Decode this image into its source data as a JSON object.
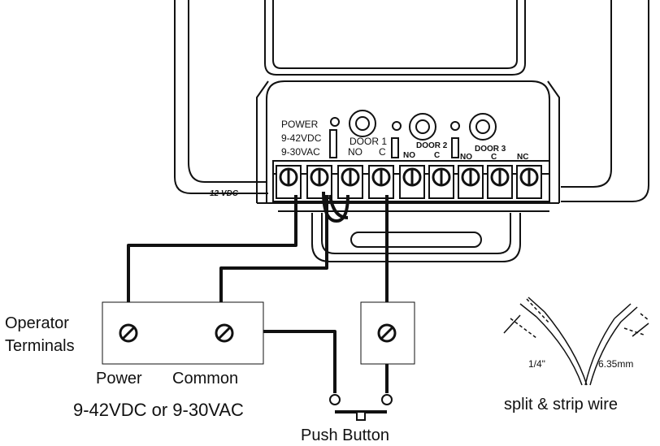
{
  "device": {
    "badge_12vdc": "12 VDC",
    "power_label": "POWER",
    "power_dc": "9-42VDC",
    "power_ac": "9-30VAC",
    "door1": "DOOR 1",
    "door1_no": "NO",
    "door1_c": "C",
    "door2": "DOOR 2",
    "door2_no": "NO",
    "door2_c": "C",
    "door3": "DOOR 3",
    "door3_no": "NO",
    "door3_c": "C",
    "door3_nc": "NC"
  },
  "operator": {
    "label_line1": "Operator",
    "label_line2": "Terminals",
    "power": "Power",
    "common": "Common",
    "voltage": "9-42VDC or 9-30VAC"
  },
  "push_button": {
    "label": "Push Button"
  },
  "wire_strip": {
    "inch": "1/4\"",
    "mm": "6.35mm",
    "caption": "split & strip wire"
  }
}
